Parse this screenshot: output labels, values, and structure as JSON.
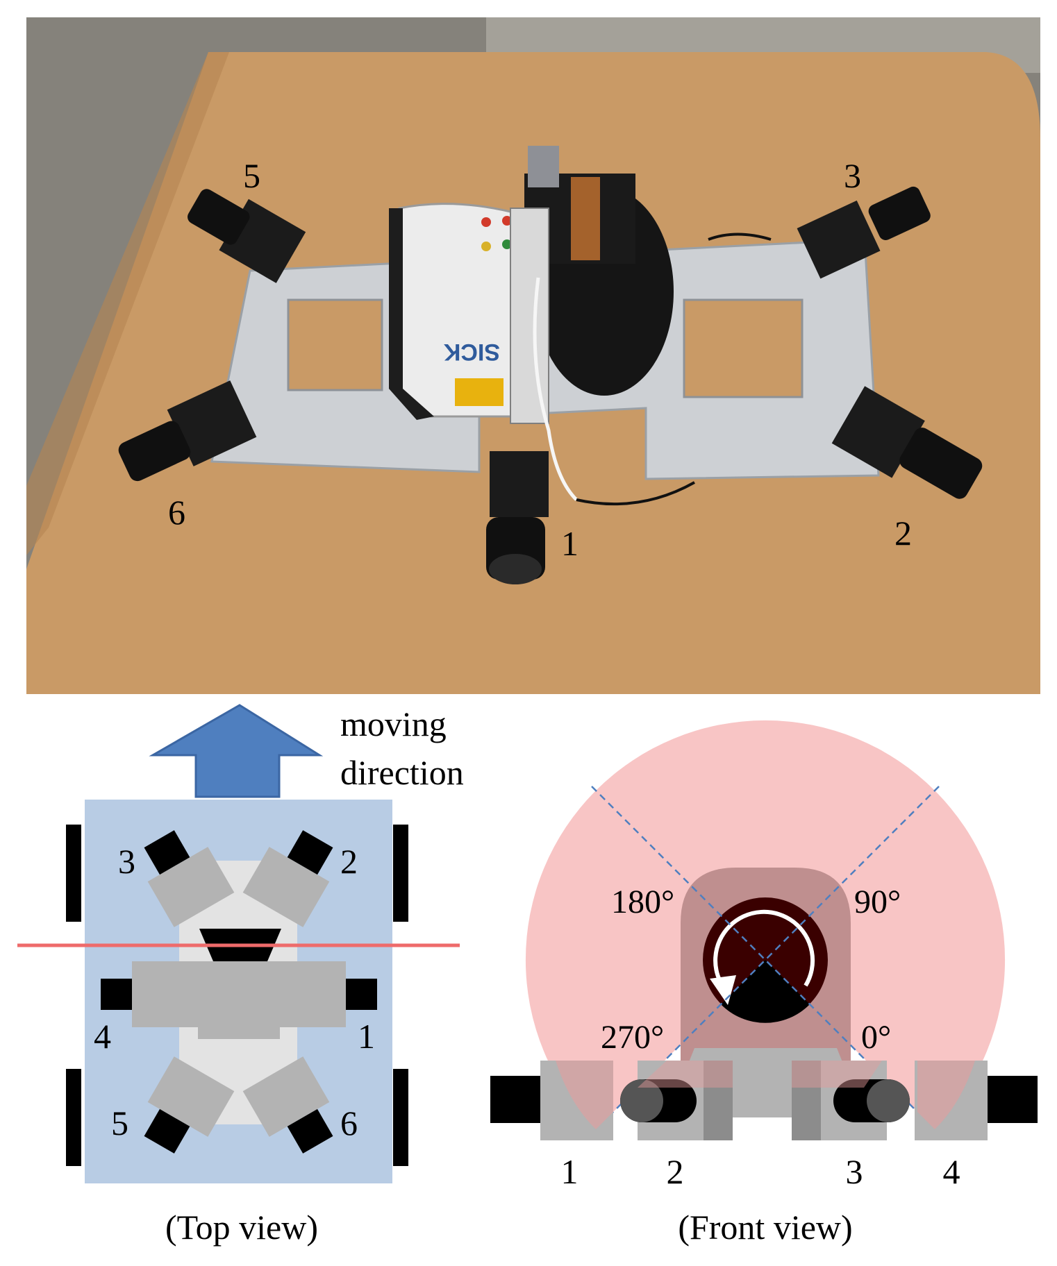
{
  "photo": {
    "camera_labels": [
      "1",
      "2",
      "3",
      "5",
      "6"
    ],
    "brand_text": "SICK"
  },
  "top_view": {
    "moving_direction_line1": "moving",
    "moving_direction_line2": "direction",
    "camera_labels": [
      "1",
      "2",
      "3",
      "4",
      "5",
      "6"
    ],
    "caption": "(Top view)"
  },
  "front_view": {
    "angles": [
      "0°",
      "90°",
      "180°",
      "270°"
    ],
    "camera_labels": [
      "1",
      "2",
      "3",
      "4"
    ],
    "caption": "(Front view)"
  },
  "colors": {
    "table": "#c99a66",
    "floor": "#7d7a74",
    "plate": "#cfd2d6",
    "robot_body": "#b8cce4",
    "arrow": "#4f7fbf",
    "field_of_view": "#f8c5c5",
    "scan_line": "#ee6b6b",
    "gray_block": "#b3b3b3",
    "light_gray": "#e3e3e3"
  }
}
